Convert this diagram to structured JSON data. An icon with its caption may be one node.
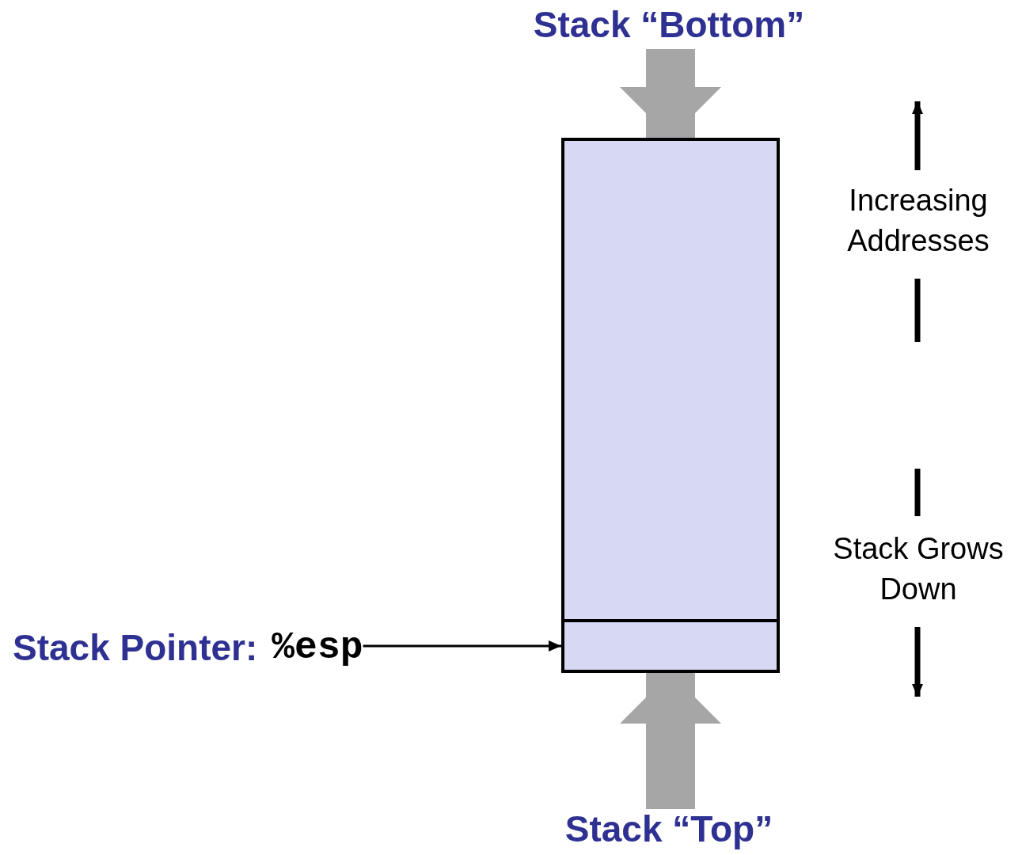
{
  "diagram": {
    "nodes": [
      {
        "text": [
          "Stack “Bottom”"
        ]
      },
      {
        "text": [],
        "shape": "box"
      },
      {
        "text": [],
        "shape": "box",
        "in": 1
      },
      {
        "text": [
          "Stack “Top”"
        ]
      },
      {
        "text": [
          "Stack Pointer:",
          "%esp"
        ]
      }
    ],
    "edges": [
      {
        "from": 0,
        "to": 1,
        "arrow": "to",
        "color": "#a6a6a6"
      },
      {
        "from": 3,
        "to": 1,
        "arrow": "to",
        "color": "#a6a6a6"
      },
      {
        "from": 4,
        "to": 2,
        "arrow": "to",
        "color": "#000000"
      }
    ],
    "labels": [
      "Increasing Addresses",
      "Stack Grows Down"
    ]
  }
}
